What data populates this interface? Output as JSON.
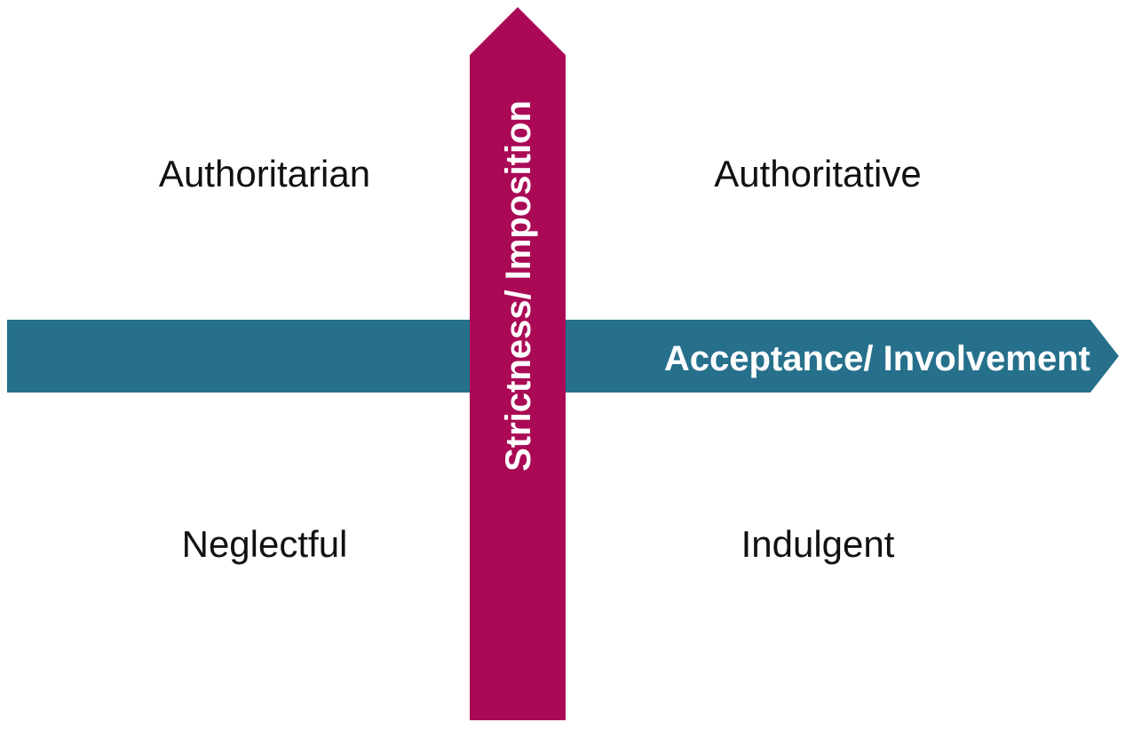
{
  "axes": {
    "horizontal": {
      "label": "Acceptance/ Involvement",
      "color": "#26708c"
    },
    "vertical": {
      "label": "Strictness/ Imposition",
      "color": "#aa0a55"
    }
  },
  "quadrants": {
    "top_left": "Authoritarian",
    "top_right": "Authoritative",
    "bottom_left": "Neglectful",
    "bottom_right": "Indulgent"
  }
}
